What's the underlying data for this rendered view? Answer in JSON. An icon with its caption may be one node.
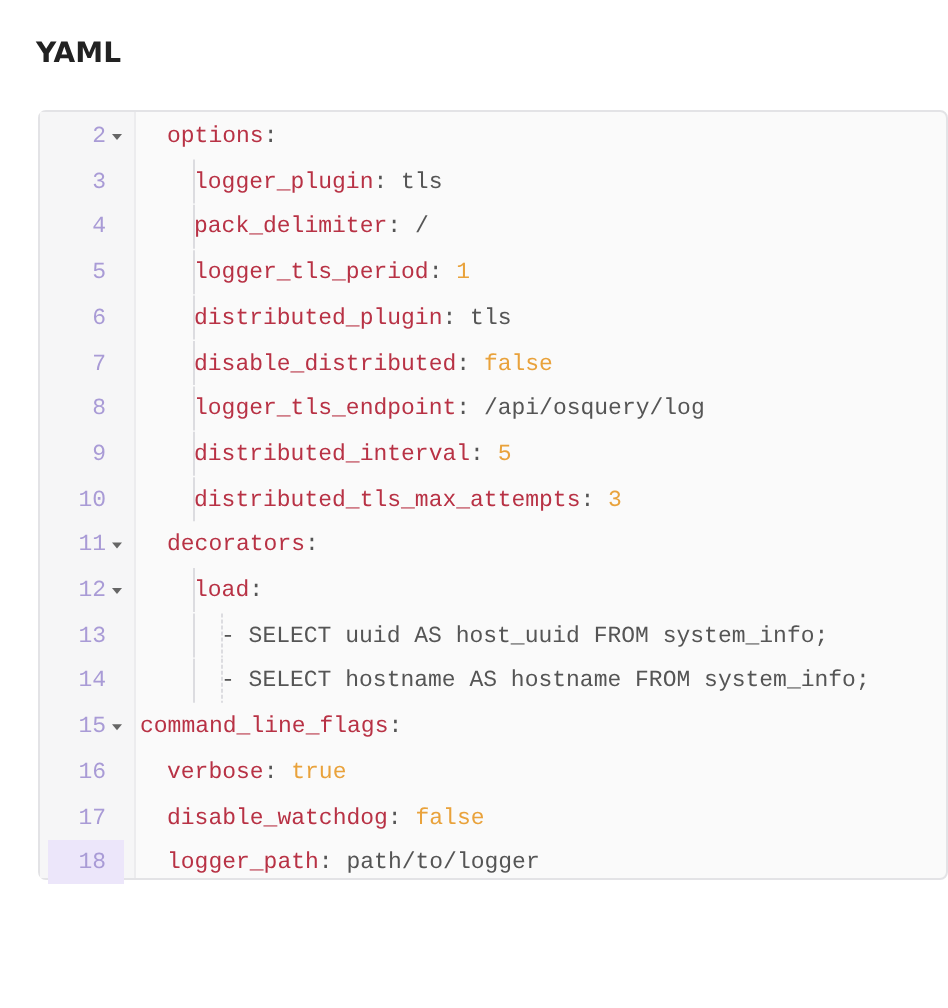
{
  "diagram": {
    "title": "YAML",
    "labels": [
      "2",
      "options:",
      "3",
      "logger_plugin: tls",
      "4",
      "pack_delimiter: /",
      "5",
      "logger_tls_period: 1",
      "6",
      "distributed_plugin: tls",
      "7",
      "disable_distributed: false",
      "8",
      "logger_tls_endpoint: /api/osquery/log",
      "9",
      "distributed_interval: 5",
      "10",
      "distributed_tls_max_attempts: 3",
      "11",
      "decorators:",
      "12",
      "load:",
      "13",
      "- SELECT uuid AS host_uuid FROM system_info;",
      "14",
      "- SELECT hostname AS hostname FROM system_info;",
      "15",
      "command_line_flags:",
      "16",
      "verbose: true",
      "17",
      "disable_watchdog: false",
      "18",
      "logger_path: path/to/logger"
    ]
  }
}
